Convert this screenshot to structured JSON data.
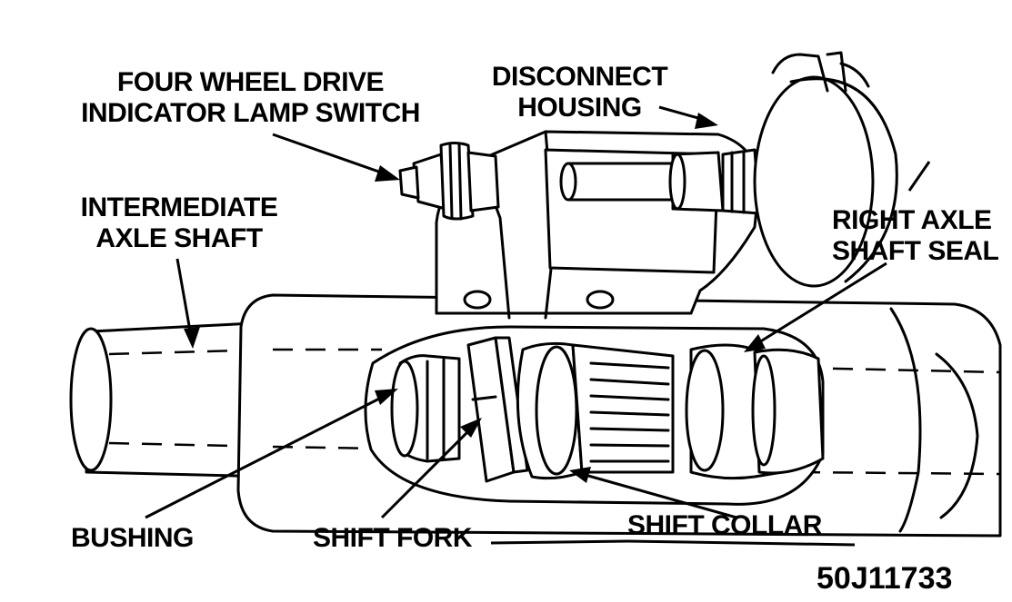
{
  "labels": {
    "four_wheel_drive_line1": "FOUR WHEEL DRIVE",
    "four_wheel_drive_line2": "INDICATOR LAMP SWITCH",
    "disconnect_line1": "DISCONNECT",
    "disconnect_line2": "HOUSING",
    "intermediate_line1": "INTERMEDIATE",
    "intermediate_line2": "AXLE SHAFT",
    "right_axle_line1": "RIGHT AXLE",
    "right_axle_line2": "SHAFT SEAL",
    "bushing": "BUSHING",
    "shift_fork": "SHIFT FORK",
    "shift_collar": "SHIFT COLLAR"
  },
  "figure_ref": "50J11733",
  "colors": {
    "ink": "#000000",
    "paper": "#ffffff"
  }
}
